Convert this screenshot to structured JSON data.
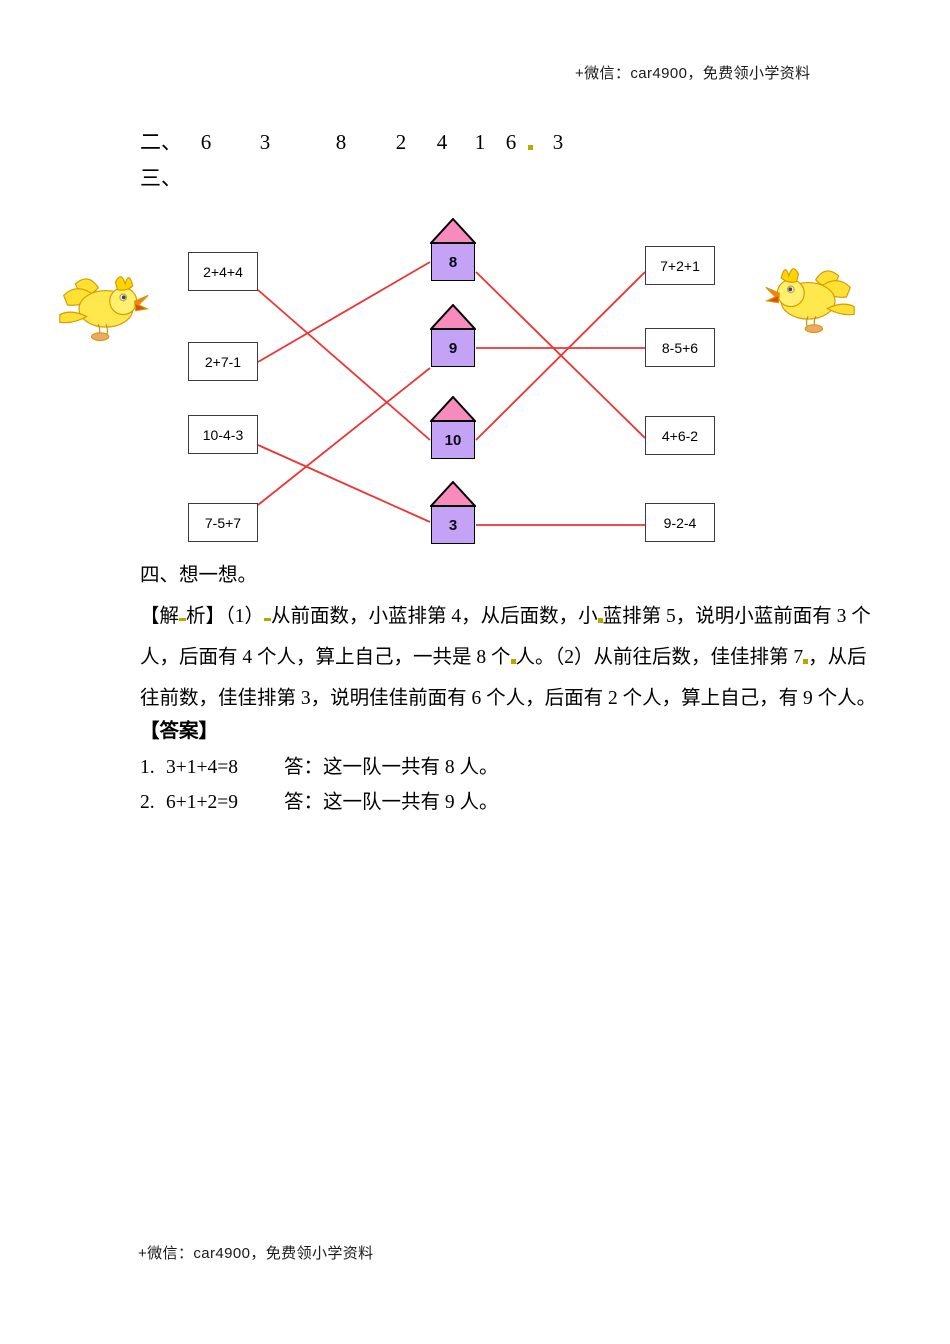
{
  "watermark": {
    "header": "+微信：car4900，免费领小学资料",
    "footer": "+微信：car4900，免费领小学资料"
  },
  "section_two": {
    "label": "二、",
    "answers": [
      "6",
      "3",
      "8",
      "2",
      "4",
      "1",
      "6",
      "3"
    ]
  },
  "section_three": {
    "label": "三、",
    "diagram": {
      "left_boxes": [
        {
          "expr": "2+4+4",
          "value": 10
        },
        {
          "expr": "2+7-1",
          "value": 8
        },
        {
          "expr": "10-4-3",
          "value": 3
        },
        {
          "expr": "7-5+7",
          "value": 9
        }
      ],
      "houses": [
        {
          "label": "8"
        },
        {
          "label": "9"
        },
        {
          "label": "10"
        },
        {
          "label": "3"
        }
      ],
      "right_boxes": [
        {
          "expr": "7+2+1",
          "value": 10
        },
        {
          "expr": "8-5+6",
          "value": 9
        },
        {
          "expr": "4+6-2",
          "value": 8
        },
        {
          "expr": "9-2-4",
          "value": 3
        }
      ],
      "left_connections": [
        {
          "from": "2+4+4",
          "to": "10"
        },
        {
          "from": "2+7-1",
          "to": "8"
        },
        {
          "from": "10-4-3",
          "to": "3"
        },
        {
          "from": "7-5+7",
          "to": "9"
        }
      ],
      "right_connections": [
        {
          "from": "8",
          "to": "4+6-2"
        },
        {
          "from": "9",
          "to": "8-5+6"
        },
        {
          "from": "10",
          "to": "7+2+1"
        },
        {
          "from": "3",
          "to": "9-2-4"
        }
      ],
      "colors": {
        "line": "#ee3333",
        "roof": "#f78bbd",
        "body": "#c4a2f5",
        "box_border": "#3b3b3b",
        "bird": "#f5e23c"
      },
      "icons": {
        "left_bird": "bird-icon",
        "right_bird": "bird-icon",
        "house": "house-icon"
      }
    }
  },
  "section_four": {
    "label": "四、想一想。"
  },
  "analysis": {
    "line1_a": "【解",
    "line1_b": "析】（1）",
    "line1_c": "从前面数，小蓝排第 4，从后面数，小",
    "line1_d": "蓝排第 5，说明小蓝前面有 3 个",
    "line2_a": "人，后面有 4 个人，算上自己，一共是 8 个",
    "line2_b": "人。（2）从前往后数，佳佳排第 7",
    "line2_c": "，从后",
    "line3": "往前数，佳佳排第 3，说明佳佳前面有 6 个人，后面有 2 个人，算上自己，有 9 个人。"
  },
  "answer": {
    "label": "【答案】",
    "items": [
      {
        "num": "1.",
        "equation": "3+1+4=8",
        "text": "答：这一队一共有 8 人。"
      },
      {
        "num": "2.",
        "equation": "6+1+2=9",
        "text": "答：这一队一共有 9 人。"
      }
    ]
  }
}
